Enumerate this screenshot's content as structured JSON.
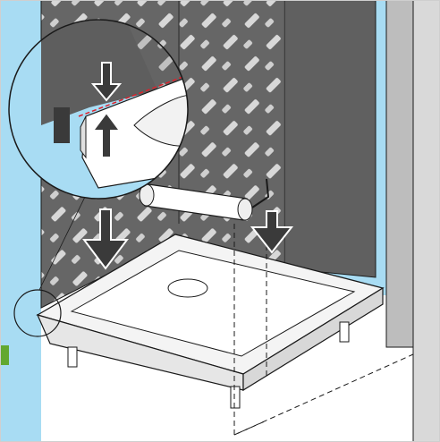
{
  "figure": {
    "subject": "shower-tray-installation-illustration",
    "colors": {
      "wall_blue": "#a8dcf3",
      "tile_gray": "#6b6b6b",
      "membrane_light": "#9b9b9b",
      "tray_white": "#ffffff",
      "floor_white": "#ffffff",
      "line": "#1a1a1a",
      "seal_red": "#e0202a",
      "accent_green": "#62a830"
    },
    "callouts": {
      "detail_circle": "magnified-seal-detail",
      "small_circle": "seal-corner-marker",
      "arrows": [
        "press-down-arrow-left",
        "press-down-arrow-roller"
      ]
    }
  }
}
